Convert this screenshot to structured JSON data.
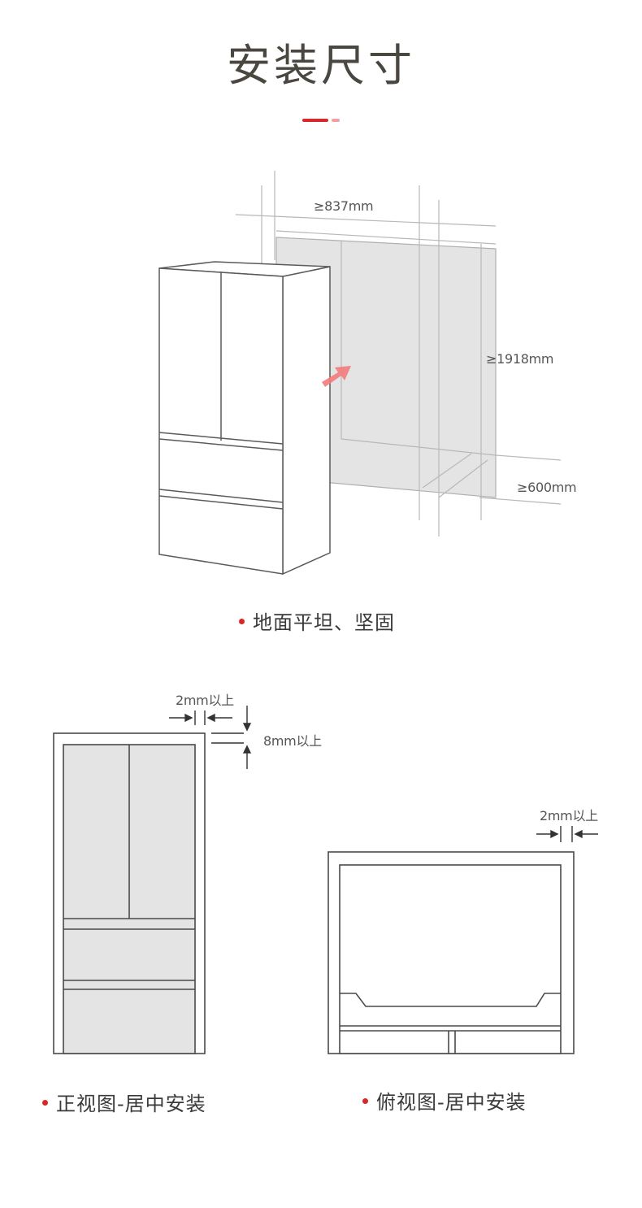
{
  "title": "安装尺寸",
  "accent_color": "#d92626",
  "diagram_3d": {
    "width_label": "≥837mm",
    "height_label": "≥1918mm",
    "depth_label": "≥600mm",
    "arrow_icon": "arrow-up-right-icon",
    "caption": "地面平坦、坚固"
  },
  "front_view": {
    "side_gap_label": "2mm以上",
    "top_gap_label": "8mm以上",
    "caption": "正视图-居中安装"
  },
  "top_view": {
    "side_gap_label": "2mm以上",
    "caption": "俯视图-居中安装"
  }
}
